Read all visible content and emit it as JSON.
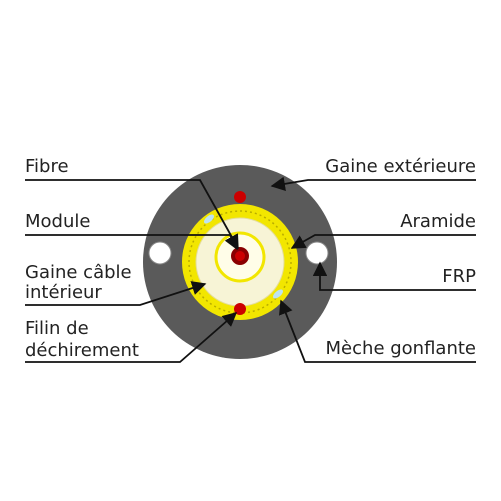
{
  "labels": {
    "fibre": "Fibre",
    "module": "Module",
    "inner_sheath_line1": "Gaine câble",
    "inner_sheath_line2": "intérieur",
    "ripcord_line1": "Filin de",
    "ripcord_line2": "déchirement",
    "outer_sheath": "Gaine extérieure",
    "aramid": "Aramide",
    "frp": "FRP",
    "swelling_wick": "Mèche gonflante"
  },
  "colors": {
    "outer_sheath": "#5a5a5a",
    "yellow_layer": "#f2e600",
    "cream": "#f7f4d6",
    "fibre_red": "#cc0000",
    "leader_line": "#111111",
    "light_blue": "#bde3f0",
    "frp_white": "#ffffff"
  }
}
